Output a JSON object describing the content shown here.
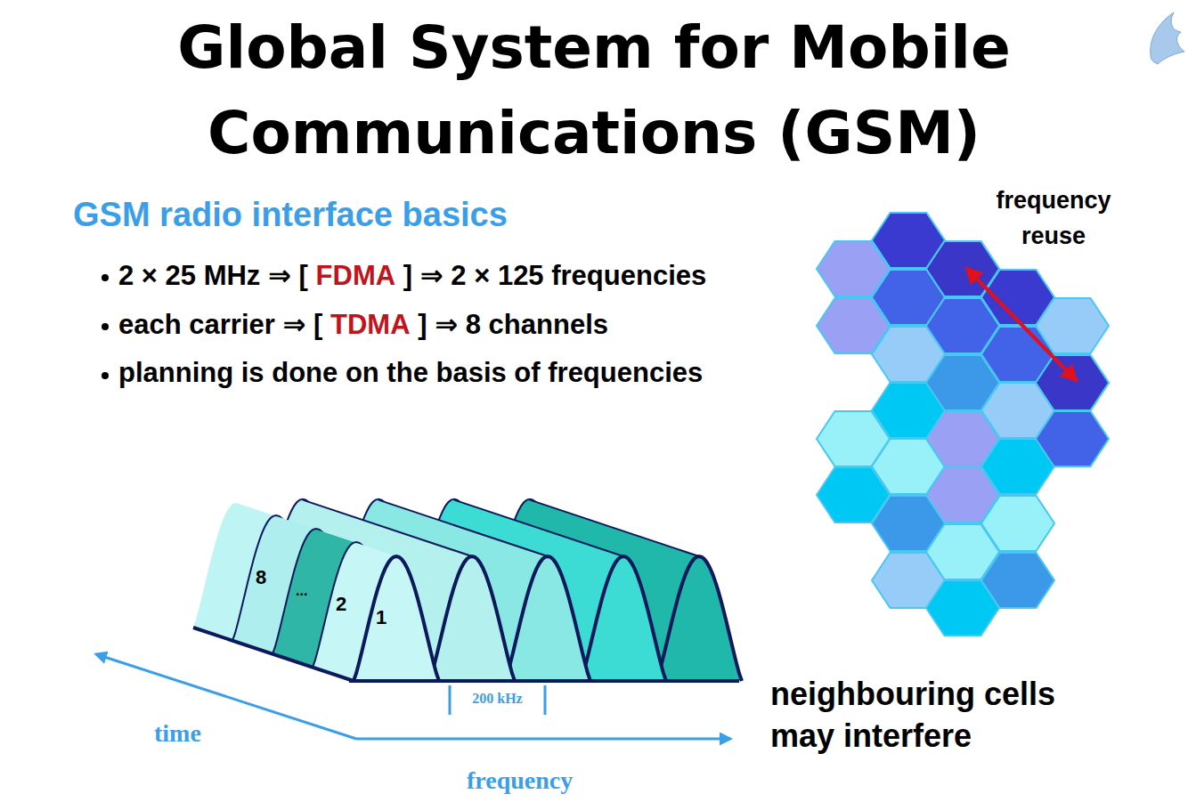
{
  "diagram": {
    "title": "Global System for Mobile Communications (GSM)",
    "labels": [
      "GSM radio interface basics",
      "2 × 25 MHz ⇒ [",
      "FDMA",
      "] ⇒ 2 × 125 frequencies",
      "each carrier ⇒ [",
      "TDMA",
      "] ⇒ 8 channels",
      "planning is done on the basis of frequencies",
      "frequency reuse",
      "8",
      "...",
      "2",
      "1",
      "200 kHz",
      "time",
      "frequency",
      "neighbouring cells may interfere"
    ]
  }
}
